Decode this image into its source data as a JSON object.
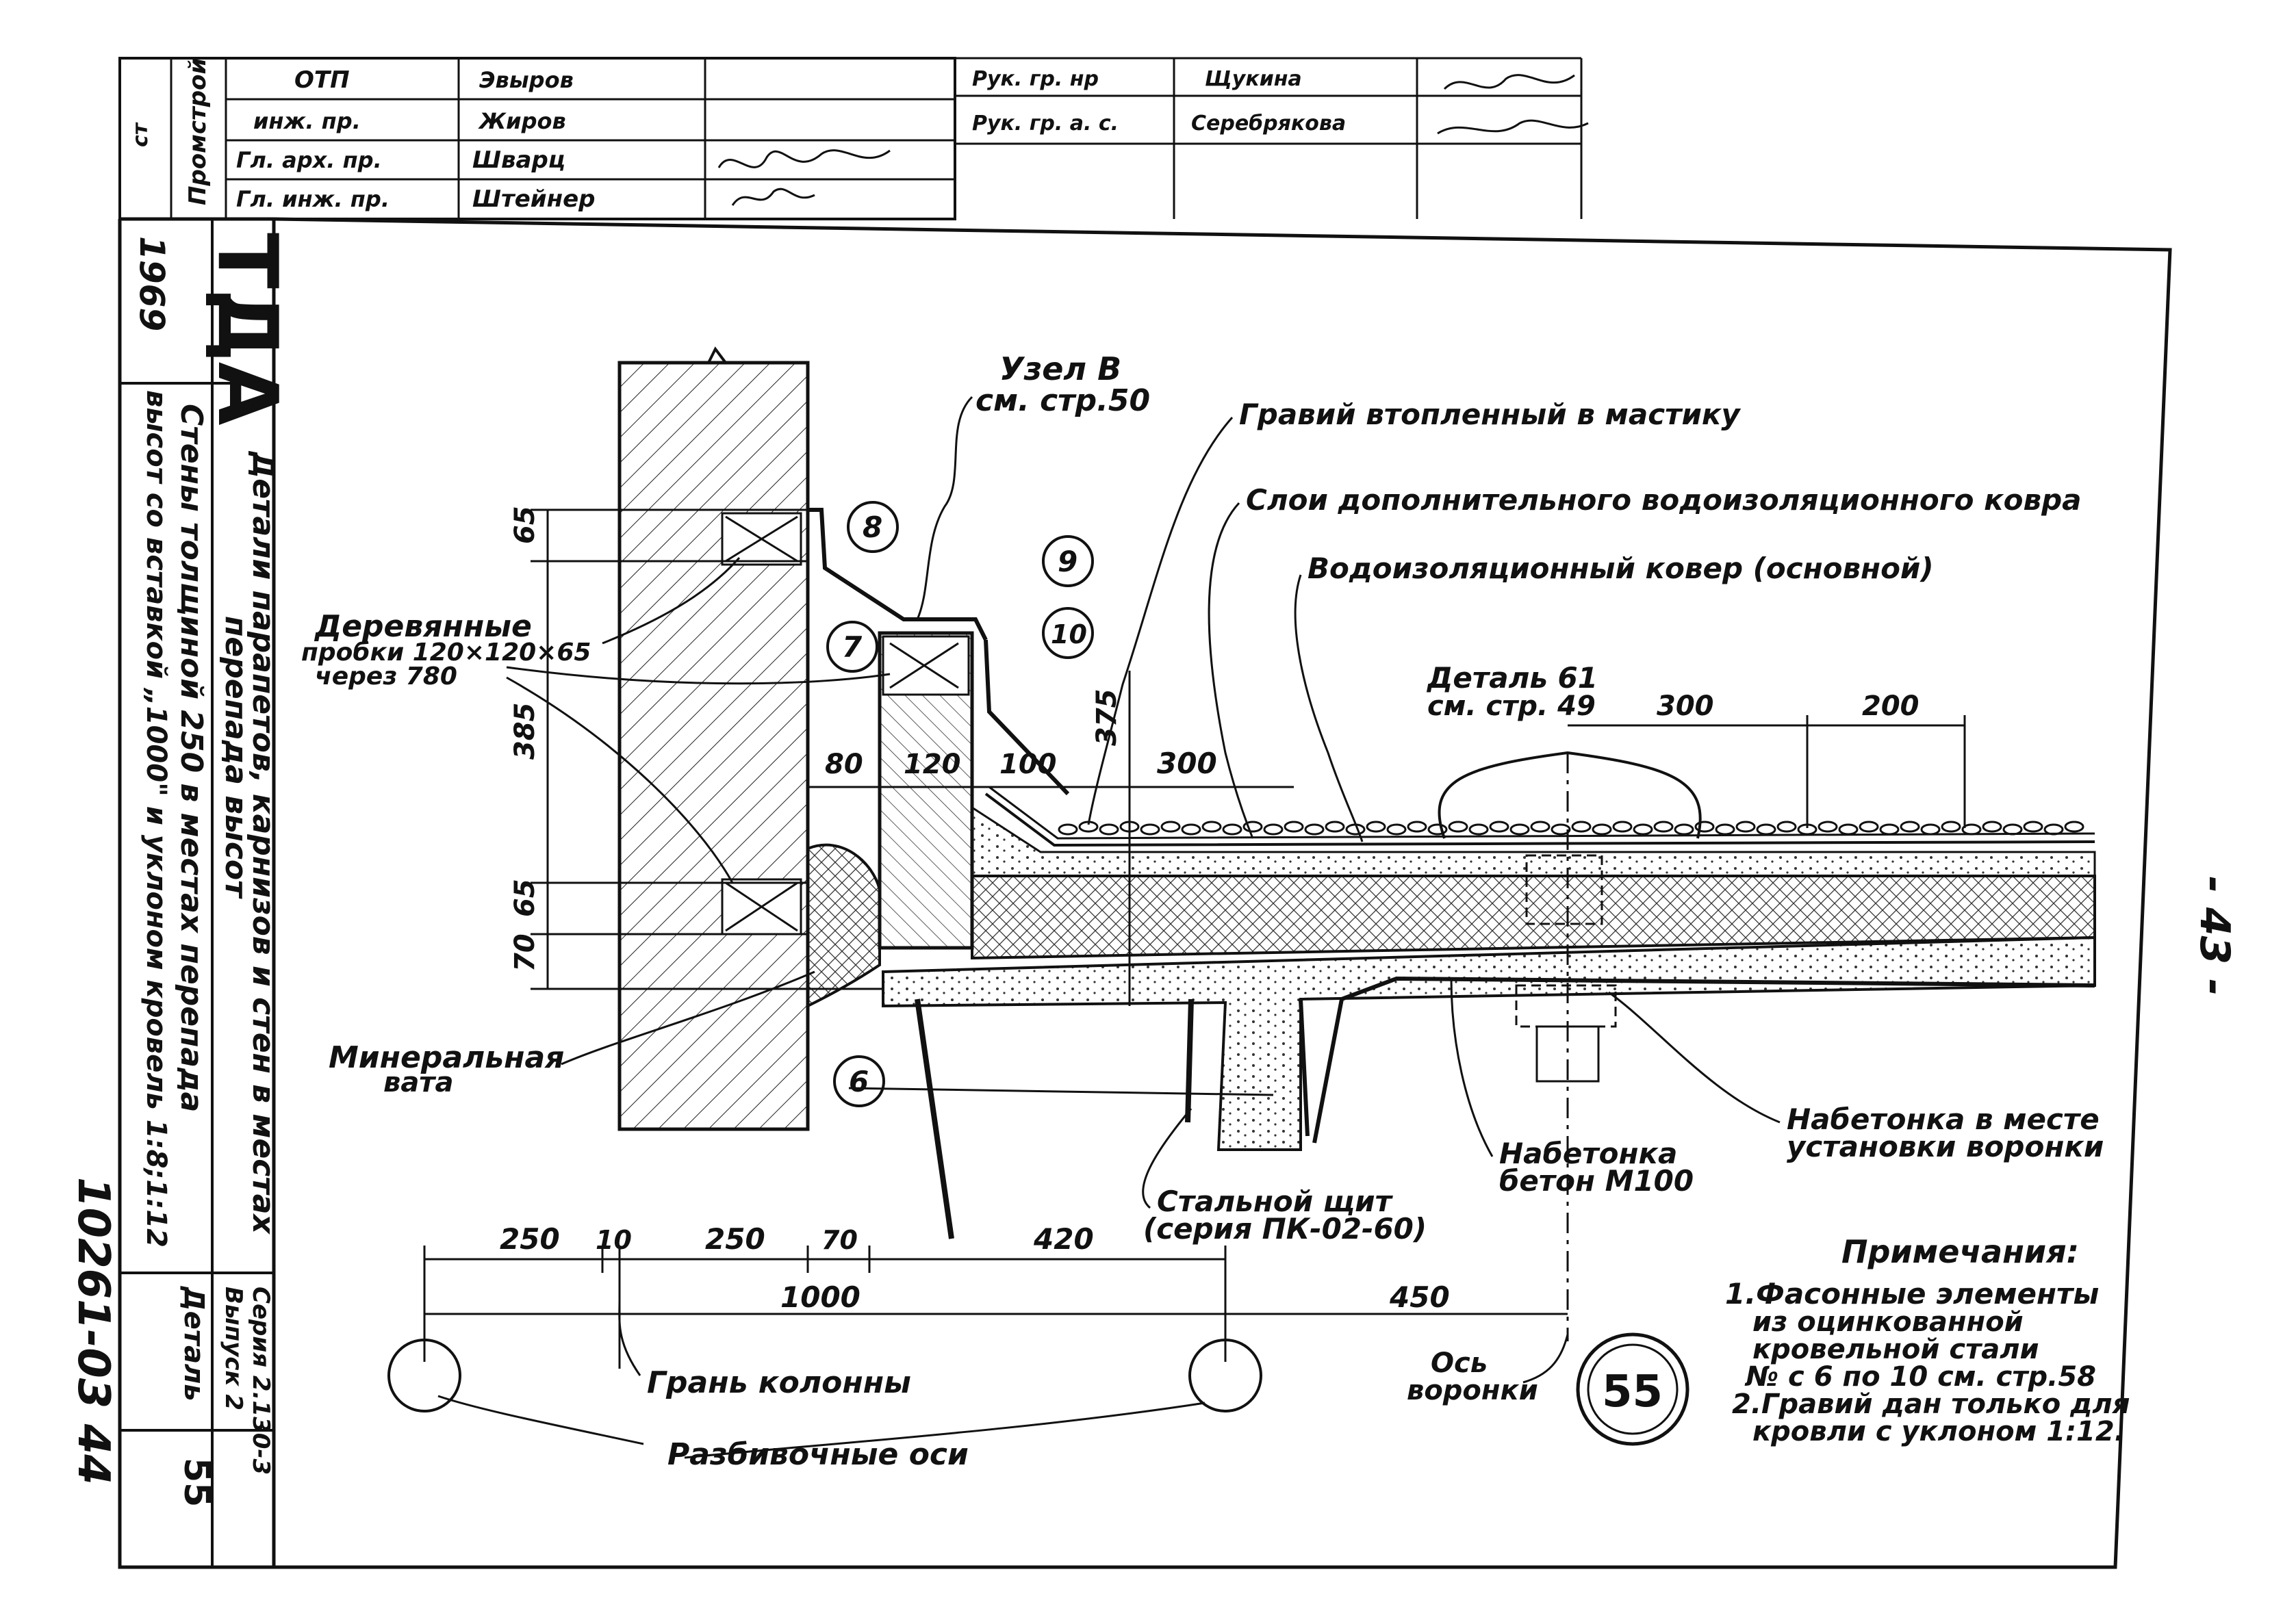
{
  "stamp": {
    "rows": [
      {
        "role": "ОТП",
        "name": "Эвыров",
        "extra": ""
      },
      {
        "role": "инж. пр.",
        "name": "Жиров",
        "extra": ""
      },
      {
        "role": "Гл. арх. пр.",
        "name": "Шварц",
        "extra": ""
      },
      {
        "role": "Гл. инж. пр.",
        "name": "Штейнер",
        "extra": ""
      }
    ],
    "right_rows": [
      {
        "role": "Рук. гр. нр",
        "name": "Щукина"
      },
      {
        "role": "Рук. гр. а. с.",
        "name": "Серебрякова"
      }
    ],
    "org": "Промстрой",
    "org_sub": "ст"
  },
  "side": {
    "logo": "ТДА",
    "year": "1969",
    "title_line1": "Детали парапетов, карнизов и стен в местах",
    "title_line2": "перепада высот",
    "subtitle_line1": "Стены толщиной 250 в местах перепада",
    "subtitle_line2": "высот со вставкой „1000\" и уклоном кровель 1:8;1:12",
    "series": "Серия 2.130-3",
    "issue": "Выпуск 2",
    "detail_label": "Деталь",
    "detail_number": "55",
    "code": "10261-03 44"
  },
  "page_number": "- 43 -",
  "labels": {
    "node_b_1": "Узел В",
    "node_b_2": "см. стр.50",
    "gravel": "Гравий втопленный в мастику",
    "layer_extra": "Слои дополнительного водоизоляционного ковра",
    "carpet_main": "Водоизоляционный ковер (основной)",
    "plugs_1": "Деревянные",
    "plugs_2": "пробки 120×120×65",
    "plugs_3": "через 780",
    "detail61_1": "Деталь 61",
    "detail61_2": "см. стр. 49",
    "mineral_1": "Минеральная",
    "mineral_2": "вата",
    "concrete_funnel_1": "Набетонка в месте",
    "concrete_funnel_2": "установки воронки",
    "concrete_1": "Набетонка",
    "concrete_2": "бетон М100",
    "steel_1": "Стальной щит",
    "steel_2": "(серия ПК-02-60)",
    "column_face": "Грань колонны",
    "funnel_axis_1": "Ось",
    "funnel_axis_2": "воронки",
    "axes": "Разбивочные оси"
  },
  "callouts": [
    "6",
    "7",
    "8",
    "9",
    "10"
  ],
  "dims": {
    "v65a": "65",
    "v385": "385",
    "v65b": "65",
    "v70": "70",
    "v375": "375",
    "h80": "80",
    "h120": "120",
    "h100": "100",
    "h300a": "300",
    "h300b": "300",
    "h200": "200",
    "b250a": "250",
    "b10": "10",
    "b250b": "250",
    "b70": "70",
    "b420": "420",
    "b1000": "1000",
    "b450": "450"
  },
  "detail_circle": "55",
  "notes": {
    "title": "Примечания:",
    "n1_1": "1.Фасонные элементы",
    "n1_2": "из оцинкованной",
    "n1_3": "кровельной стали",
    "n1_4": "№ с 6 по 10 см. стр.58",
    "n2_1": "2.Гравий дан только для",
    "n2_2": "кровли с уклоном 1:12."
  }
}
